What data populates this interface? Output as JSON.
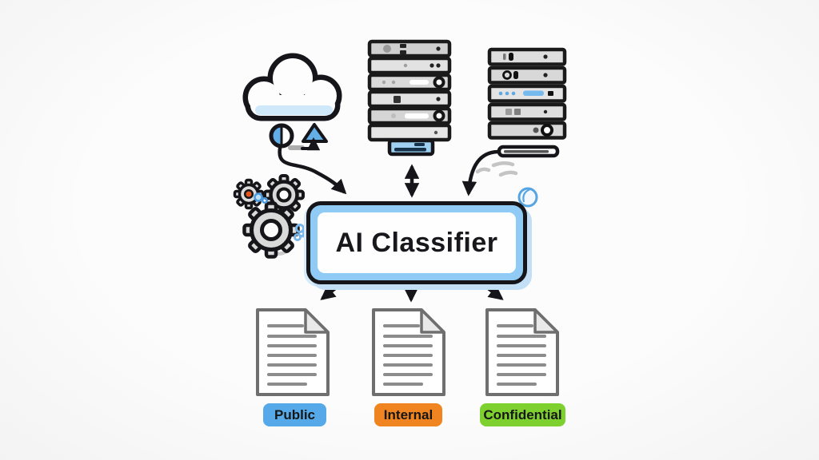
{
  "canvas": {
    "background": "#fbfbfb"
  },
  "classifier": {
    "label": "AI Classifier",
    "accent": "#8fcbf4",
    "border": "#15151a",
    "shadow": "#c2dff6"
  },
  "sources": [
    {
      "id": "cloud",
      "icon": "cloud-icon"
    },
    {
      "id": "server-rack-center",
      "icon": "server-rack-icon"
    },
    {
      "id": "server-rack-right",
      "icon": "server-rack-icon"
    }
  ],
  "process": {
    "icon": "gears-icon"
  },
  "outputs": [
    {
      "label": "Public",
      "color": "#56a9e8",
      "icon": "document-icon"
    },
    {
      "label": "Internal",
      "color": "#ef8420",
      "icon": "document-icon"
    },
    {
      "label": "Confidential",
      "color": "#7ed02f",
      "icon": "document-icon"
    }
  ]
}
